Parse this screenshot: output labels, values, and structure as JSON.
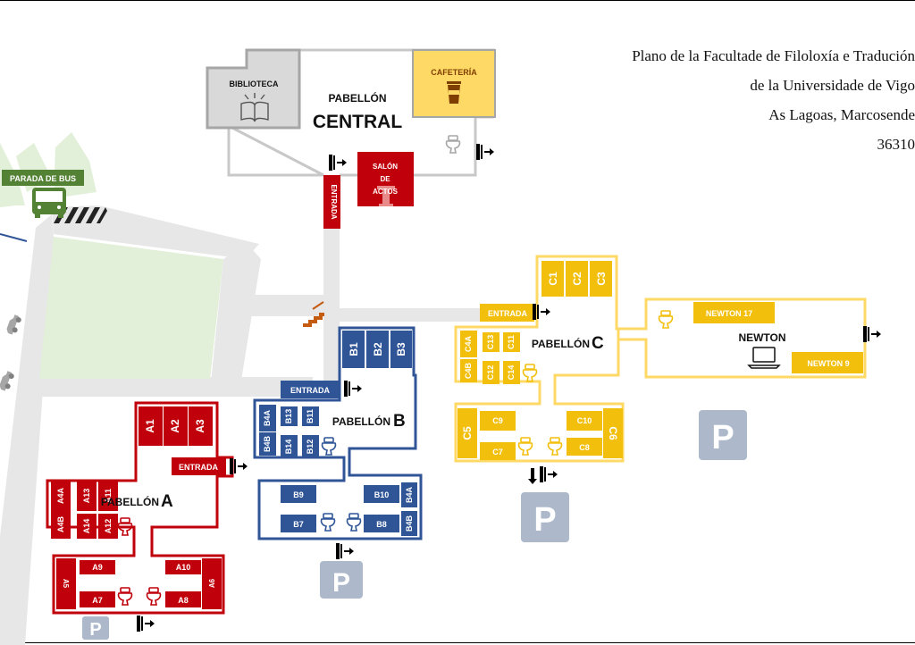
{
  "title_lines": [
    "Plano de la Facultade de Filoloxía e Tradución",
    "de la Universidade de Vigo",
    "As Lagoas, Marcosende",
    "36310"
  ],
  "colors": {
    "red": "#c0000a",
    "blue": "#2f5597",
    "yellow": "#f2bf0d",
    "yellow_light": "#ffd966",
    "gray": "#a6a6a6",
    "parking": "#adb9ca",
    "green_sign": "#548235",
    "lawn": "#e2efd9",
    "path": "#e7e7e7"
  },
  "central": {
    "name_top": "PABELLÓN",
    "name_bottom": "CENTRAL",
    "biblioteca": "BIBLIOTECA",
    "cafeteria": "CAFETERÍA",
    "salon": [
      "SALÓN",
      "DE",
      "ACTOS"
    ],
    "entrada_vertical": "ENTRADA"
  },
  "bus": {
    "label": "PARADA DE BUS"
  },
  "pabellon_a": {
    "name_prefix": "PABELLÓN",
    "name_letter": "A",
    "entrada": "ENTRADA",
    "rooms": [
      "A1",
      "A2",
      "A3",
      "A4A",
      "A4B",
      "A13",
      "A14",
      "A11",
      "A12",
      "A9",
      "A10",
      "A5",
      "A6",
      "A7",
      "A8"
    ]
  },
  "pabellon_b": {
    "name_prefix": "PABELLÓN",
    "name_letter": "B",
    "entrada": "ENTRADA",
    "rooms": [
      "B1",
      "B2",
      "B3",
      "B4A",
      "B4B",
      "B13",
      "B14",
      "B11",
      "B12",
      "B9",
      "B10",
      "B7",
      "B8",
      "B4A",
      "B4B"
    ]
  },
  "pabellon_c": {
    "name_prefix": "PABELLÓN",
    "name_letter": "C",
    "entrada": "ENTRADA",
    "rooms": [
      "C1",
      "C2",
      "C3",
      "C4A",
      "C4B",
      "C13",
      "C12",
      "C11",
      "C14",
      "C9",
      "C10",
      "C5",
      "C6",
      "C7",
      "C8"
    ]
  },
  "newton": {
    "name": "NEWTON",
    "rooms": [
      "NEWTON 17",
      "NEWTON 9"
    ]
  },
  "parking_label": "P"
}
